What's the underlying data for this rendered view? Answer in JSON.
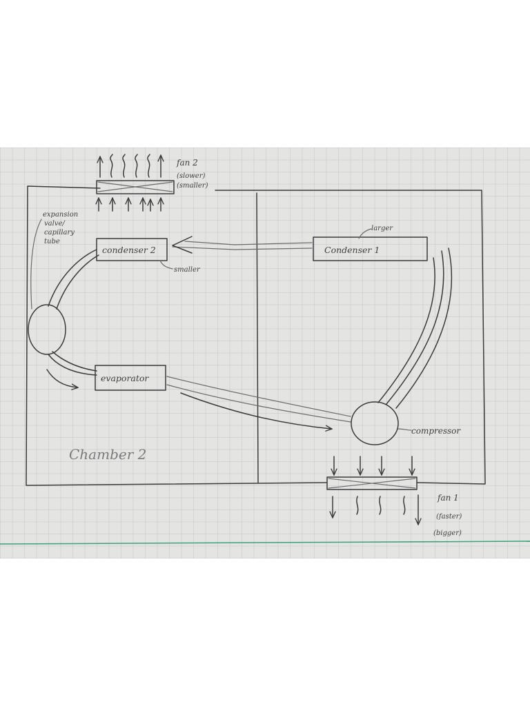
{
  "labels": {
    "fan2": "fan 2",
    "fan2_note1": "(slower)",
    "fan2_note2": "(smaller)",
    "expansion_1": "expansion",
    "expansion_2": "valve/",
    "expansion_3": "capillary",
    "expansion_4": "tube",
    "condenser2": "condenser 2",
    "smaller": "smaller",
    "condenser1": "Condenser 1",
    "larger": "larger",
    "evaporator": "evaporator",
    "compressor": "compressor",
    "chamber2": "Chamber 2",
    "fan1": "fan 1",
    "fan1_note1": "(faster)",
    "fan1_note2": "(bigger)"
  },
  "colors": {
    "paper": "#e4e4e2",
    "pencil": "#3a3a3a",
    "margin_line": "#3fa07a"
  }
}
